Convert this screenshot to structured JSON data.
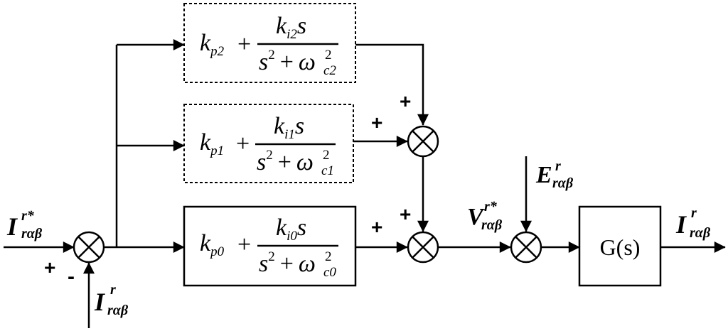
{
  "blocks": [
    {
      "kp_base": "k",
      "kp_sub": "p2",
      "ki_base": "k",
      "ki_sub": "i2",
      "s": "s",
      "s2": "s",
      "sq": "2",
      "plus": "+",
      "omega": "ω",
      "om_sub": "c2",
      "om_sup": "2"
    },
    {
      "kp_base": "k",
      "kp_sub": "p1",
      "ki_base": "k",
      "ki_sub": "i1",
      "s": "s",
      "s2": "s",
      "sq": "2",
      "plus": "+",
      "omega": "ω",
      "om_sub": "c1",
      "om_sup": "2"
    },
    {
      "kp_base": "k",
      "kp_sub": "p0",
      "ki_base": "k",
      "ki_sub": "i0",
      "s": "s",
      "s2": "s",
      "sq": "2",
      "plus": "+",
      "omega": "ω",
      "om_sub": "c0",
      "om_sup": "2"
    }
  ],
  "plant": "G(s)",
  "signals": {
    "input_ref": {
      "base": "I",
      "sup": "r*",
      "sub": "rαβ"
    },
    "feedback": {
      "base": "I",
      "sup": "r",
      "sub": "rαβ"
    },
    "voltage_ref": {
      "base": "V",
      "sup": "r*",
      "sub": "rαβ"
    },
    "emf": {
      "base": "E",
      "sup": "r",
      "sub": "rαβ"
    },
    "output": {
      "base": "I",
      "sup": "r",
      "sub": "rαβ"
    }
  },
  "signs": {
    "input_plus": "+",
    "input_minus": "-",
    "sum1_left": "+",
    "sum1_top": "+",
    "sum2_left": "+",
    "sum2_top": "+"
  }
}
